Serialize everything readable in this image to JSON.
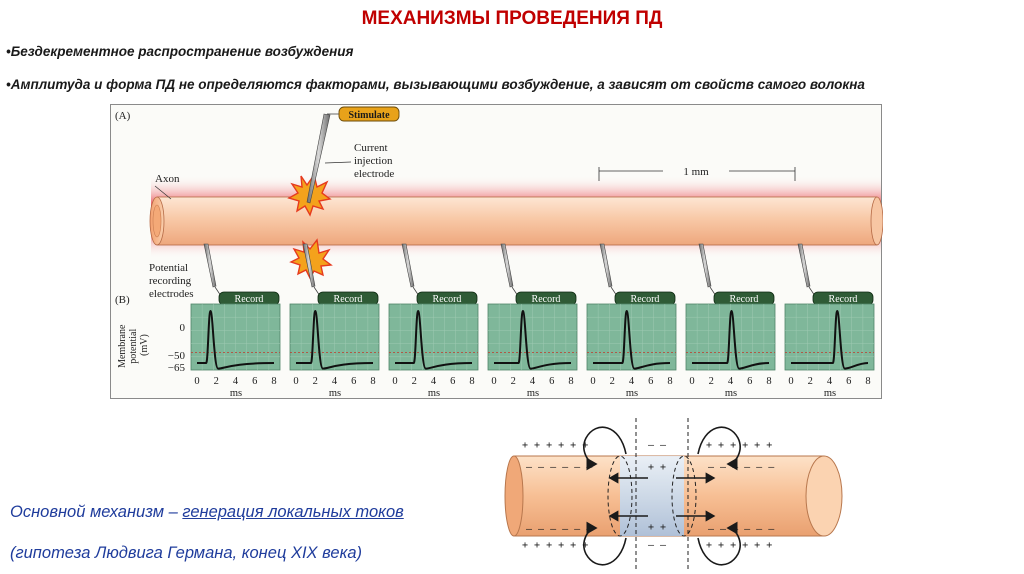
{
  "slide": {
    "title": "МЕХАНИЗМЫ ПРОВЕДЕНИЯ ПД",
    "bullets": [
      "•Бездекрементное распространение возбуждения",
      "•Амплитуда и форма ПД не определяются факторами, вызывающими возбуждение, а зависят от свойств самого волокна"
    ],
    "mechanism_prefix": "Основной механизм – ",
    "mechanism_highlight": "генерация локальных токов",
    "hypothesis": "(гипотеза Людвига Германа, конец XIX века)"
  },
  "figure": {
    "panel_a_label": "(A)",
    "panel_b_label": "(B)",
    "stimulate_label": "Stimulate",
    "electrode_label_lines": [
      "Current",
      "injection",
      "electrode"
    ],
    "axon_label": "Axon",
    "scale_label": "1 mm",
    "recording_label_lines": [
      "Potential",
      "recording",
      "electrodes"
    ],
    "record_label": "Record",
    "y_axis_label_lines": [
      "Membrane",
      "potential",
      "(mV)"
    ],
    "y_ticks": [
      "0",
      "−50",
      "−65"
    ],
    "x_ticks": [
      "0",
      "2",
      "4",
      "6",
      "8"
    ],
    "x_unit": "ms",
    "recording_count": 7,
    "spike_times_ms": [
      1.2,
      1.8,
      2.2,
      2.8,
      3.3,
      3.9,
      4.6
    ],
    "threshold_mV": -50,
    "rest_mV": -65,
    "peak_mV": 10,
    "colors": {
      "stimulate_fill": "#e8a21a",
      "record_fill": "#2f5b36",
      "trace_panel": "#7fb79a",
      "axon_body": "#f7c6a3",
      "axon_glow": "#e8434a",
      "threshold_line": "#c0392b"
    }
  },
  "current_diagram": {
    "plus_row": "+ + + + + +",
    "minus_row": "– – – – – –",
    "center_top": "– –",
    "center_plus": "+ +"
  }
}
